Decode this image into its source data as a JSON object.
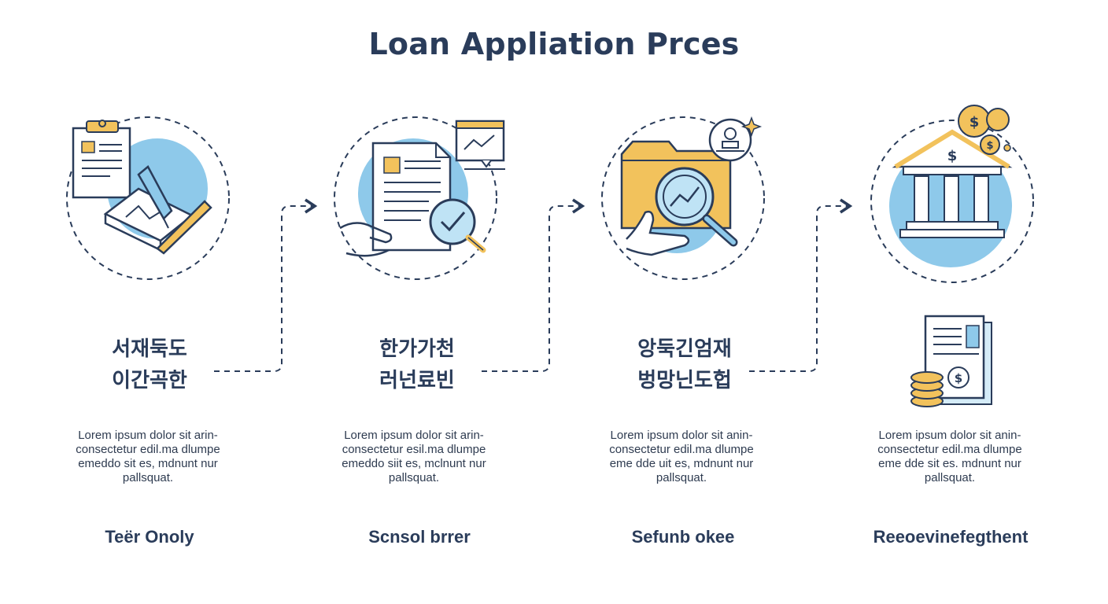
{
  "title": "Loan Appliation Prces",
  "colors": {
    "navy": "#2a3c5a",
    "blue": "#8ec9ea",
    "gold": "#f2c25c",
    "paper": "#ffffff"
  },
  "steps": [
    {
      "icon": "clipboard-pen-icon",
      "ko_line1": "서재둑도",
      "ko_line2": "이간곡한",
      "desc": [
        "Lorem ipsum dolor sit arin-",
        "consectetur edil.ma dlumpe",
        "emeddo sit es, mdnunt nur",
        "pallsquat."
      ],
      "label": "Teër Onoly"
    },
    {
      "icon": "document-check-icon",
      "ko_line1": "한가가천",
      "ko_line2": "러넌료빈",
      "desc": [
        "Lorem ipsum dolor sit arin-",
        "consectetur esil.ma dlumpe",
        "emeddo siit es, mclnunt nur",
        "pallsquat."
      ],
      "label": "Scnsol brrer"
    },
    {
      "icon": "folder-magnifier-icon",
      "ko_line1": "앙둑긴엄재",
      "ko_line2": "벙망닌도헙",
      "desc": [
        "Lorem ipsum dolor sit anin-",
        "consectetur edil.ma dlumpe",
        "eme dde uit es, mdnunt nur",
        "pallsquat."
      ],
      "label": "Sefunb okee"
    },
    {
      "icon": "bank-coins-icon",
      "ko_line1": "",
      "ko_line2": "",
      "desc": [
        "Lorem ipsum dolor sit anin-",
        "consectetur edil.ma dlumpe",
        "eme dde sit es. mdnunt nur",
        "pallsquat."
      ],
      "label": "Reeoevinefegthent"
    }
  ]
}
